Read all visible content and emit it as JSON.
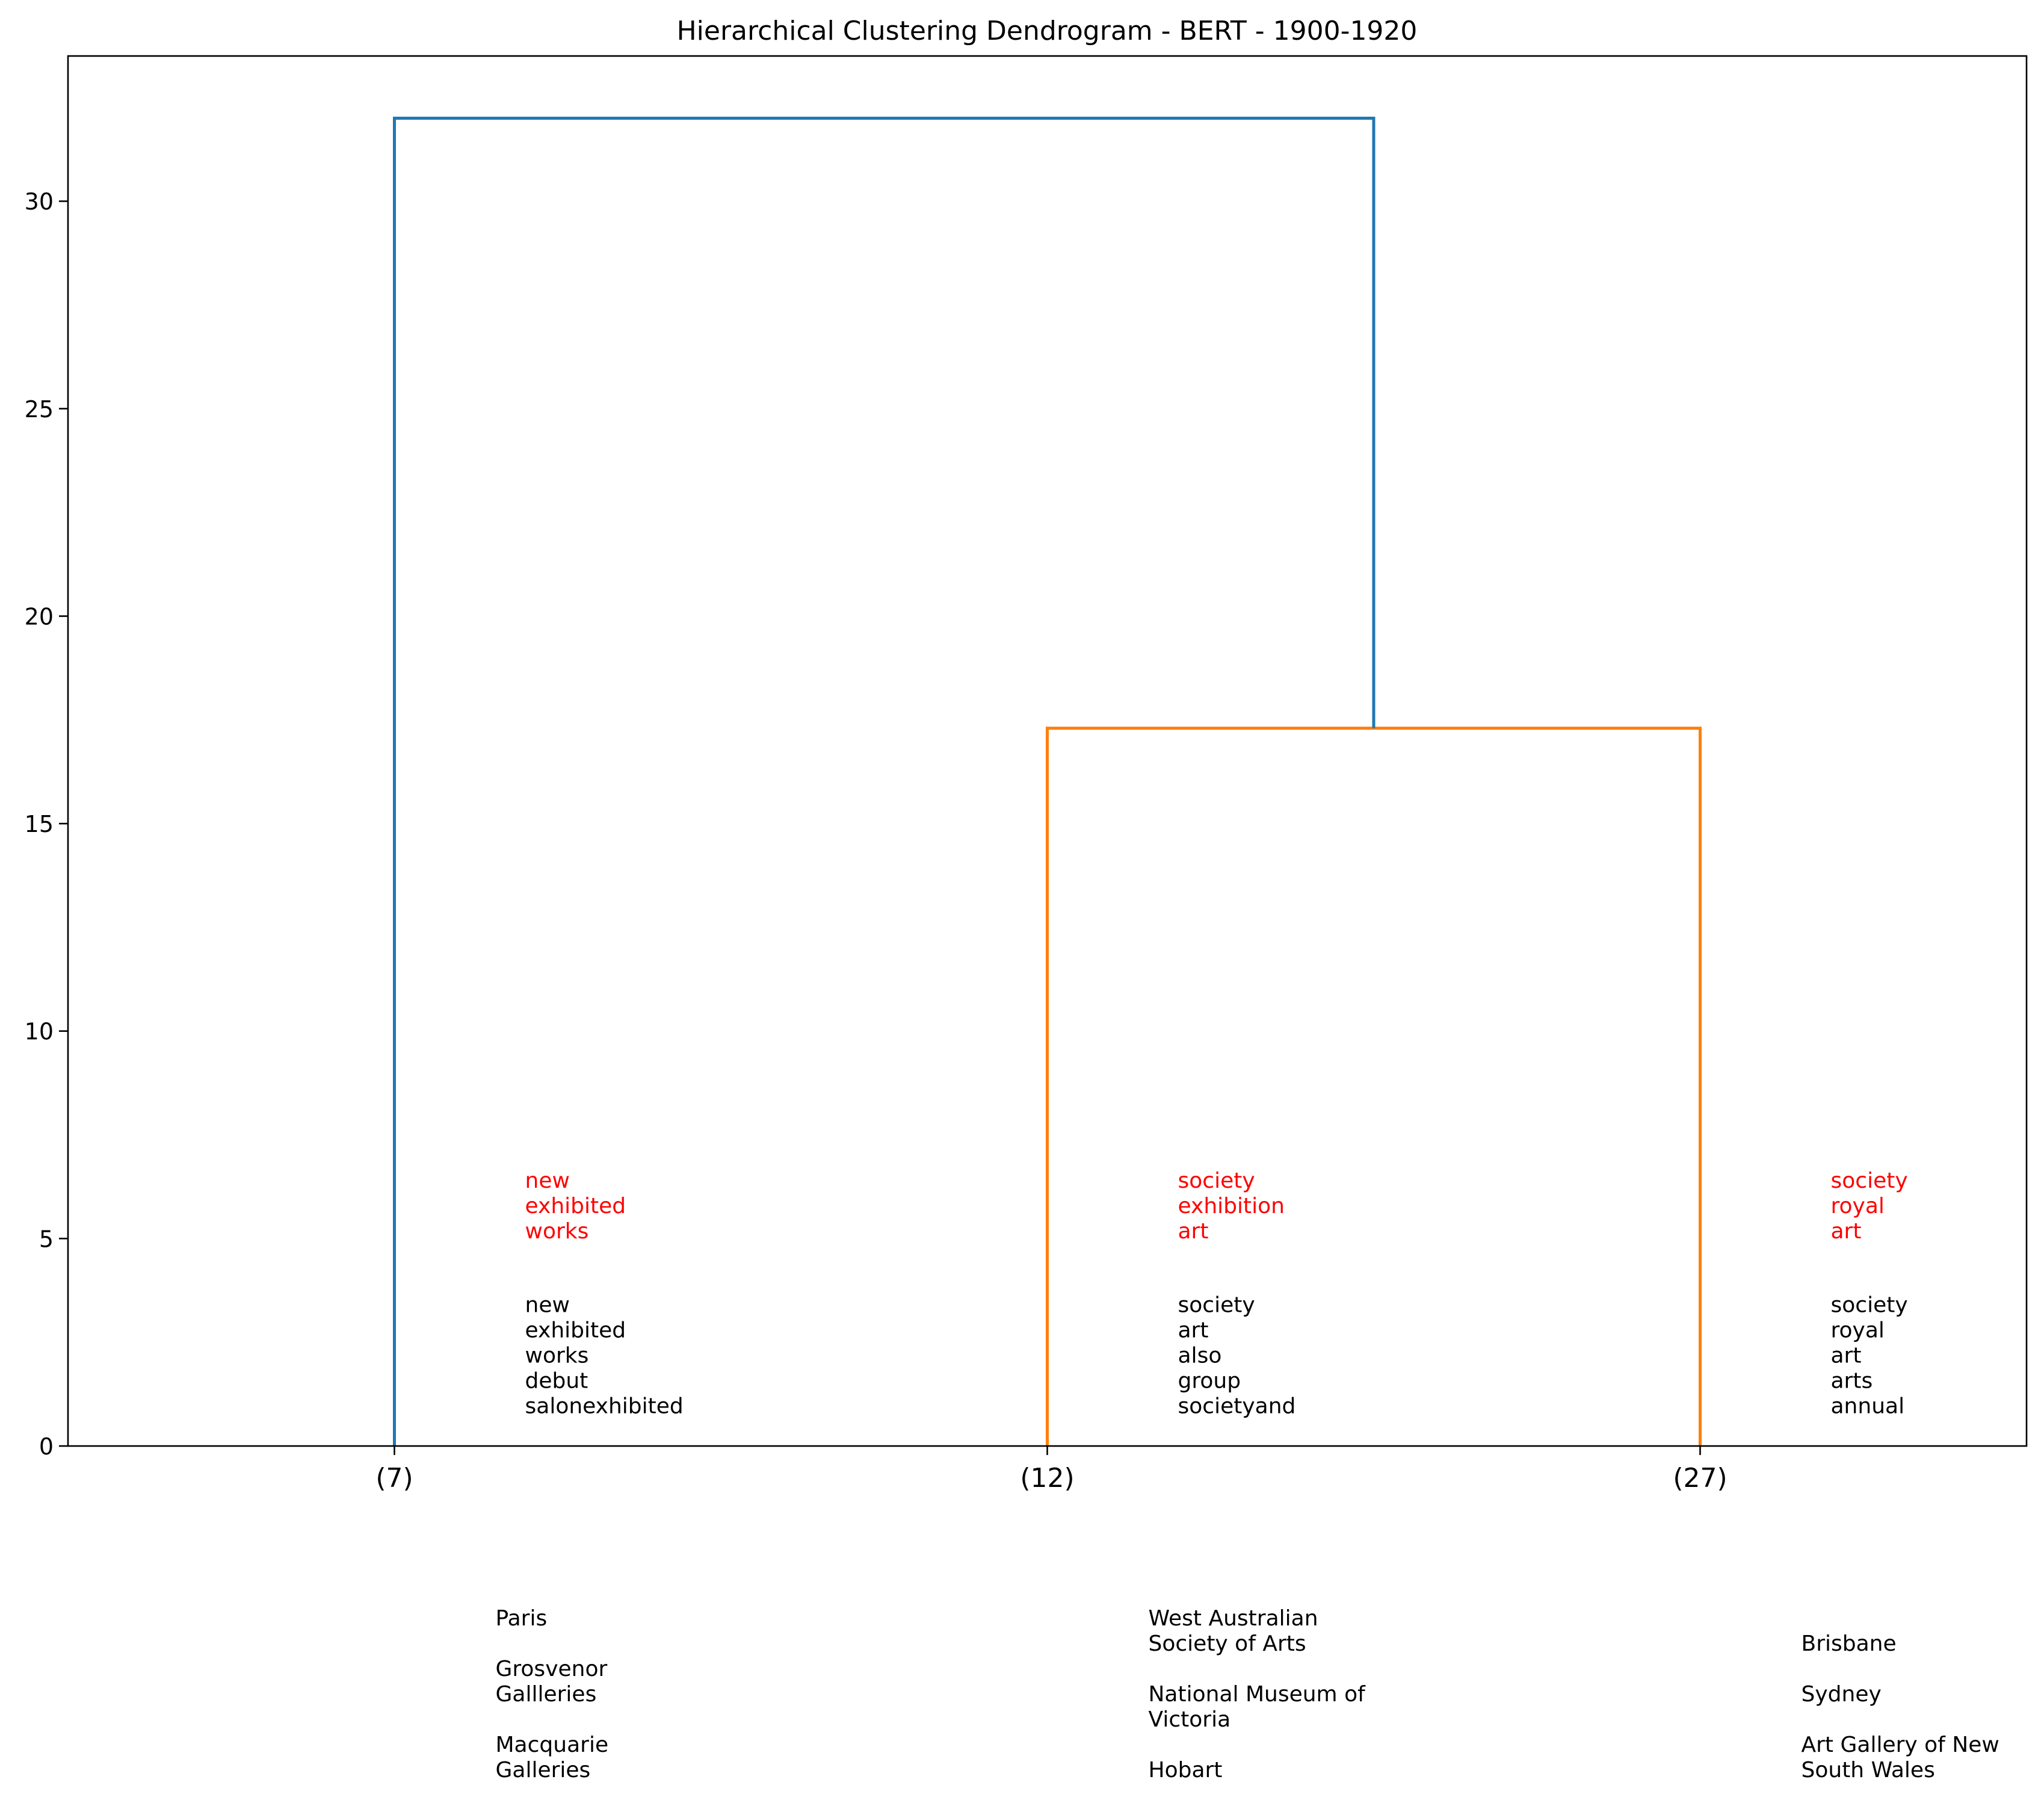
{
  "chart_data": {
    "type": "dendrogram",
    "title": "Hierarchical Clustering Dendrogram - BERT - 1900-1920",
    "xlabel": "",
    "ylabel": "",
    "ylim": [
      0,
      33.5
    ],
    "yticks": [
      0,
      5,
      10,
      15,
      20,
      25,
      30
    ],
    "grid": false,
    "colors": {
      "root_link": "#1f77b4",
      "subcluster_link": "#ff7f0e",
      "highlight_text": "#ff0000",
      "text": "#000000"
    },
    "leaves": [
      {
        "label": "(7)",
        "highlight_terms": [
          "new",
          "exhibited",
          "works"
        ],
        "top_terms": [
          "new",
          "exhibited",
          "works",
          "debut",
          "salonexhibited"
        ],
        "locations": [
          "Paris",
          "",
          "Grosvenor",
          "Gallleries",
          "",
          "Macquarie",
          "Galleries"
        ]
      },
      {
        "label": "(12)",
        "highlight_terms": [
          "society",
          "exhibition",
          "art"
        ],
        "top_terms": [
          "society",
          "art",
          "also",
          "group",
          "societyand"
        ],
        "locations": [
          "West Australian",
          "Society of Arts",
          "",
          "National Museum of",
          "Victoria",
          "",
          "Hobart"
        ]
      },
      {
        "label": "(27)",
        "highlight_terms": [
          "society",
          "royal",
          "art"
        ],
        "top_terms": [
          "society",
          "royal",
          "art",
          "arts",
          "annual"
        ],
        "locations": [
          "Brisbane",
          "",
          "Sydney",
          "",
          "Art Gallery of New",
          "South Wales"
        ]
      }
    ],
    "links": [
      {
        "left_x": 1,
        "right_x": 2,
        "height": 17.3,
        "color": "#ff7f0e"
      },
      {
        "left_x": 0,
        "right_x": 1.5,
        "height": 32.0,
        "color": "#1f77b4"
      }
    ],
    "text_levels": {
      "highlight_top": 6.4,
      "top_terms_top": 3.4
    }
  }
}
